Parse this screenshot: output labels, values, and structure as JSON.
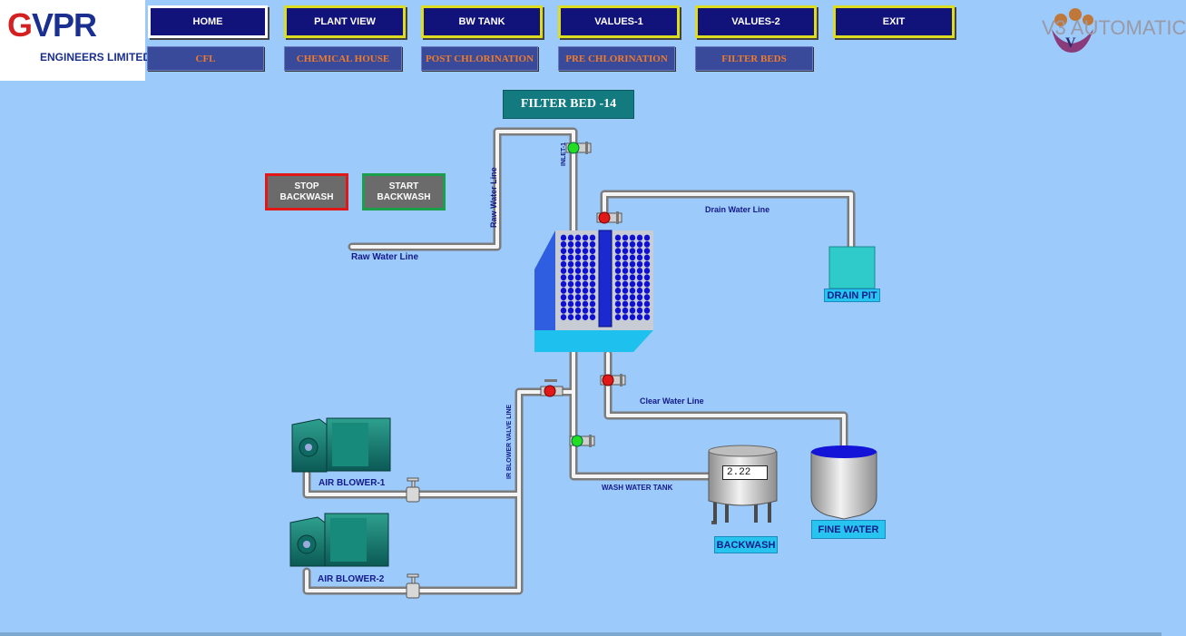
{
  "logos": {
    "gvpr_g": "G",
    "gvpr_rest": "VPR",
    "gvpr_sub": "ENGINEERS LIMITED",
    "v3_text": "V3 AUTOMATIC"
  },
  "nav_top": [
    "HOME",
    "PLANT VIEW",
    "BW  TANK",
    "VALUES-1",
    "VALUES-2",
    "EXIT"
  ],
  "nav_bottom": [
    "CFL",
    "CHEMICAL HOUSE",
    "POST  CHLORINATION",
    "PRE CHLORINATION",
    "FILTER BEDS"
  ],
  "title": "FILTER BED -14",
  "controls": {
    "stop": "STOP\nBACKWASH",
    "start": "START\nBACKWASH"
  },
  "labels": {
    "raw_water_vertical": "Raw Water Line",
    "raw_water": "Raw Water Line",
    "inlet": "INLET-1",
    "drain_line": "Drain Water Line",
    "clear_line": "Clear Water  Line",
    "air_valve_line": "IR BLOWER VALVE LINE",
    "wash_tank": "WASH WATER TANK",
    "air_blower_1": "AIR BLOWER-1",
    "air_blower_2": "AIR BLOWER-2"
  },
  "tags": {
    "drain_pit": "DRAIN PIT",
    "backwash": "BACKWASH",
    "fine_water": "FINE WATER"
  },
  "backwash_value": "2.22",
  "colors": {
    "bg": "#9ccafa",
    "nav": "#12137a",
    "nav_border": "#dcdc20",
    "valve_open": "#22dd22",
    "valve_closed": "#e01818",
    "water": "#1010d0"
  },
  "valves": {
    "inlet": "open",
    "drain": "closed",
    "clear": "closed",
    "air_blower": "closed",
    "wash": "open"
  }
}
